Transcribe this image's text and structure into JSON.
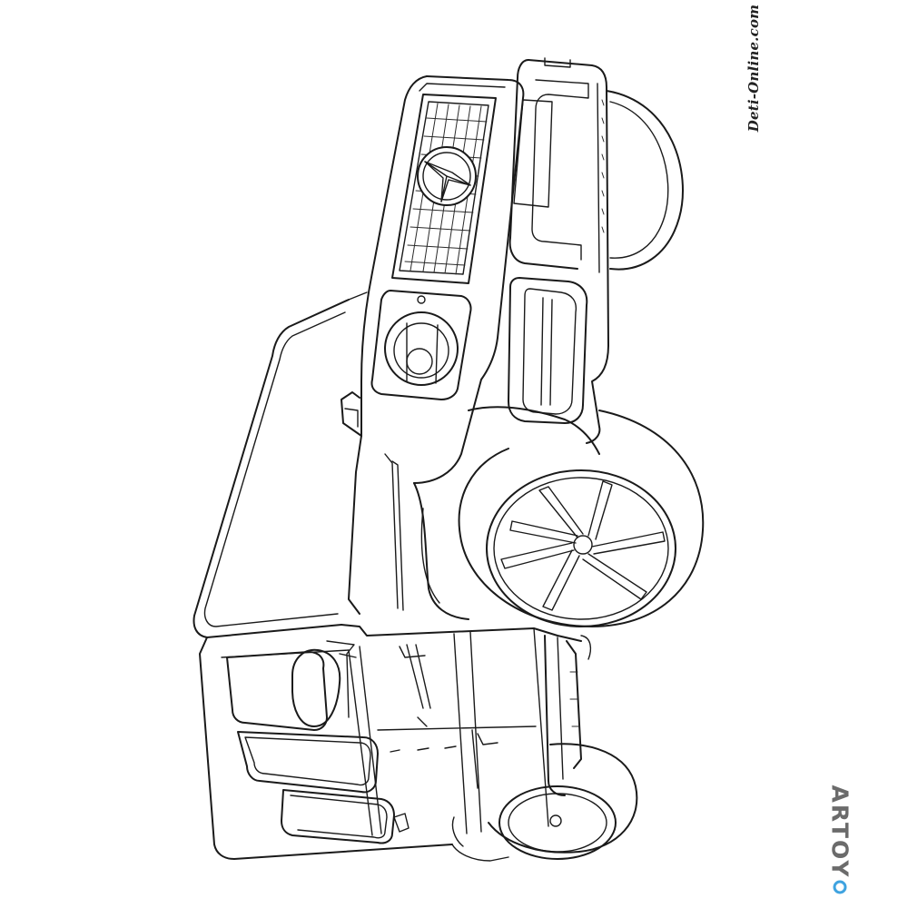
{
  "image": {
    "subject": "Line-art drawing of an off-road SUV",
    "style": "black outline, coloring page",
    "background_color": "#ffffff",
    "line_color": "#1a1a1a"
  },
  "watermarks": {
    "top_right": "Deti-Online.com",
    "bottom_right_letters": "ARTOY",
    "bottom_right_accent_color": "#3fa3e0"
  }
}
